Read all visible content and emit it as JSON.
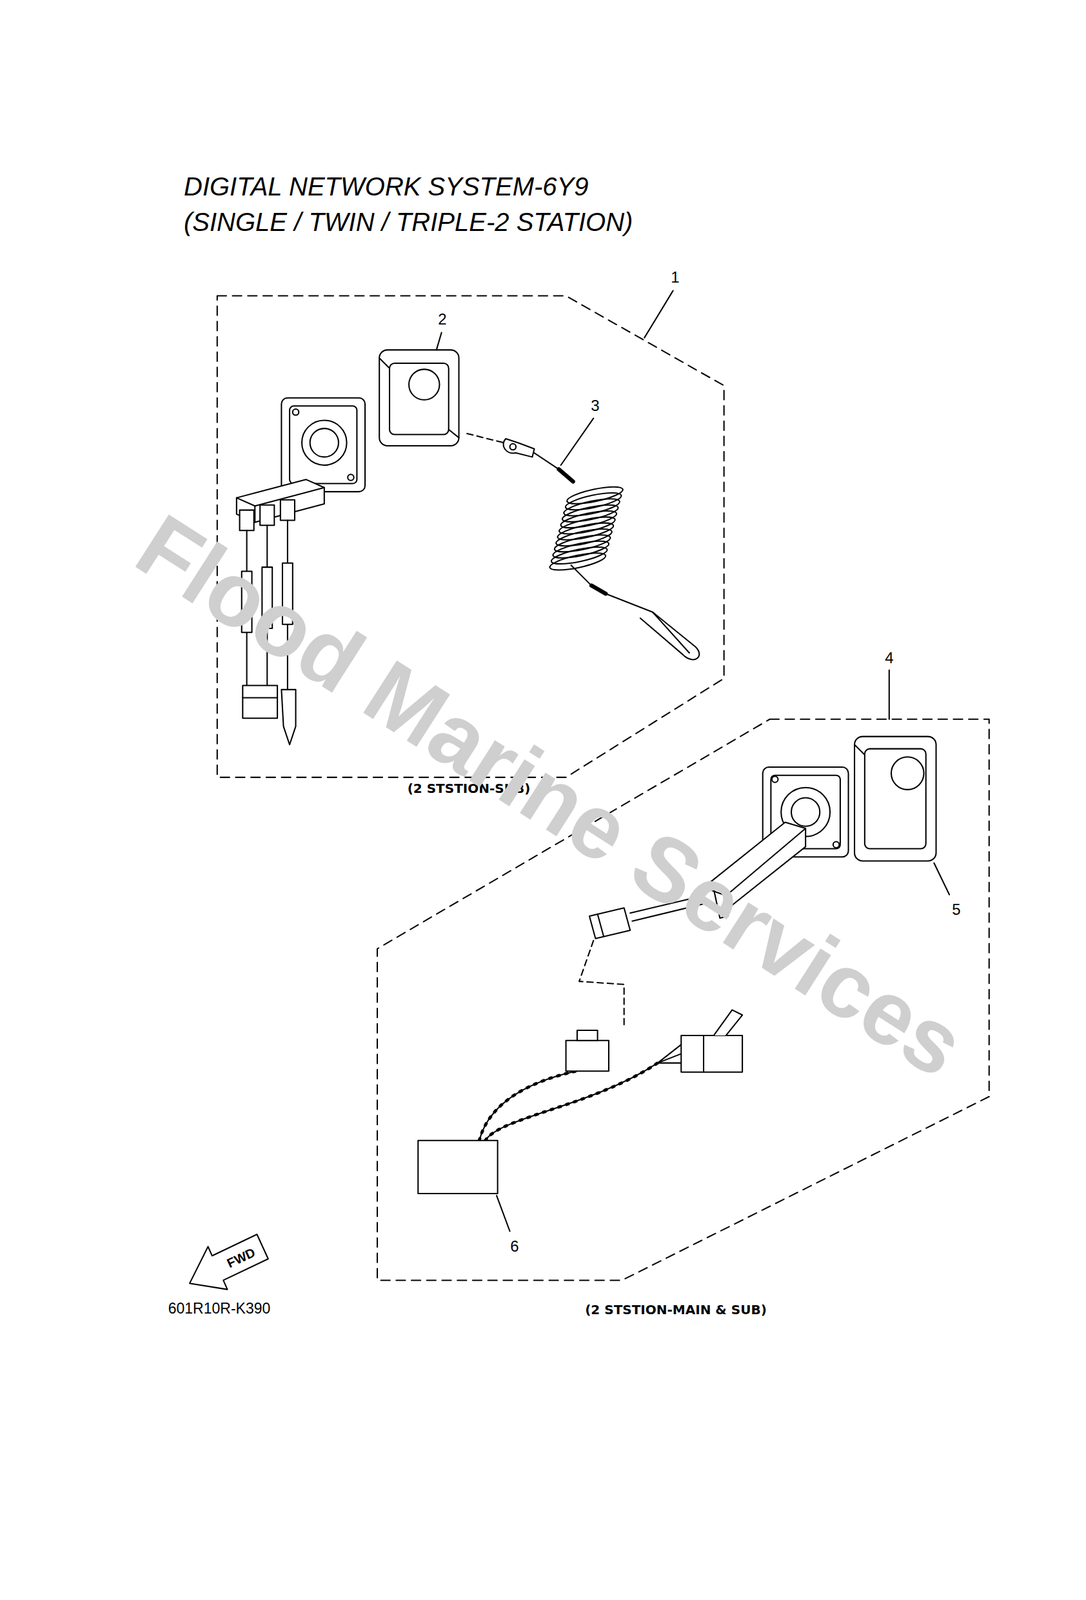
{
  "diagram": {
    "title": "DIGITAL NETWORK SYSTEM-6Y9 (SINGLE / TWIN / TRIPLE-2 STATION)",
    "labels": [
      "1",
      "2",
      "3",
      "(2 STSTION-SUB)",
      "4",
      "5",
      "6",
      "FWD",
      "601R10R-K390",
      "(2 STSTION-MAIN & SUB)",
      "Flood Marine Services"
    ]
  }
}
